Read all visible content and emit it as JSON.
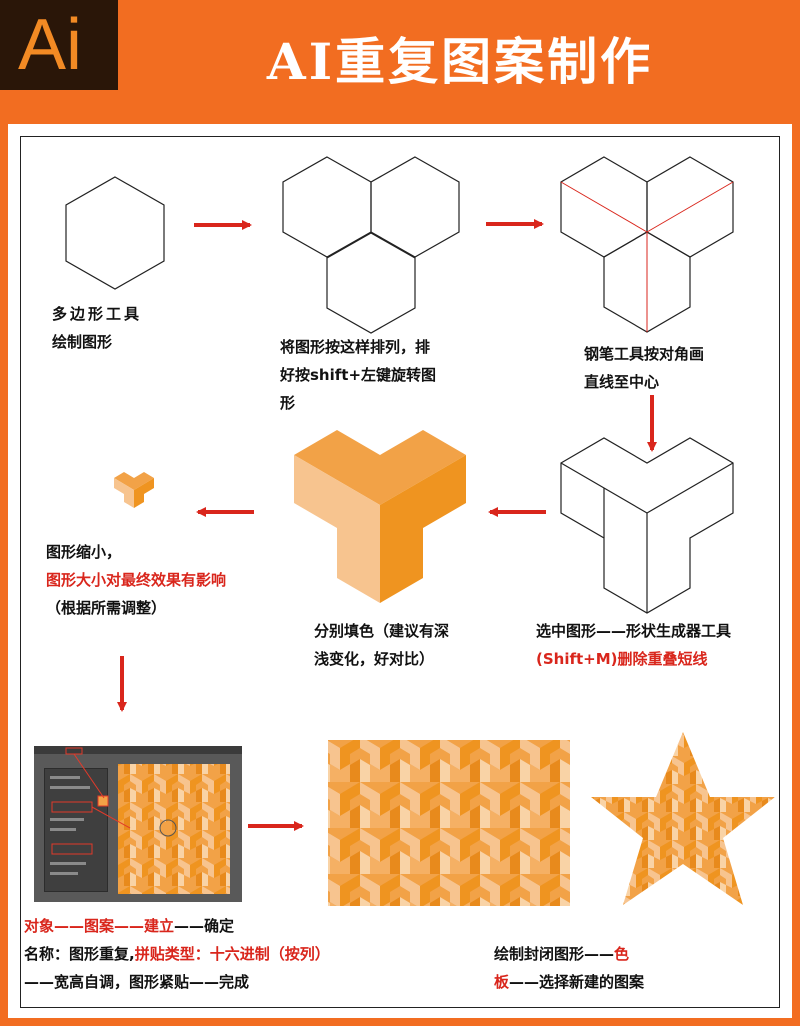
{
  "header": {
    "logo_text": "Ai",
    "title": "AI重复图案制作"
  },
  "colors": {
    "background": "#f26d21",
    "logo_bg": "#2a1608",
    "arrow": "#d9261c",
    "cube_light": "#f7c48f",
    "cube_mid": "#f2a247",
    "cube_dark": "#ef9420"
  },
  "steps": {
    "s1": {
      "line1": "多边形工具",
      "line2": "绘制图形"
    },
    "s2": {
      "line1": "将图形按这样排列，排",
      "line2": "好按shift+左键旋转图",
      "line3": "形"
    },
    "s3": {
      "line1": "钢笔工具按对角画",
      "line2": "直线至中心"
    },
    "s4": {
      "line1": "选中图形——形状生成器工具",
      "line2": "(Shift+M)删除重叠短线"
    },
    "s5": {
      "line1": "分别填色（建议有深",
      "line2": "浅变化，好对比）"
    },
    "s6": {
      "line1": "图形缩小，",
      "line2": "图形大小对最终效果有影响",
      "line3": "（根据所需调整）"
    },
    "s7": {
      "l1_a": "对象——图案——建立",
      "l1_b": "——确定",
      "l2_a": "名称：图形重复,",
      "l2_b": "拼贴类型：十六进制（按列）",
      "l3": "——宽高自调，图形紧贴——完成"
    },
    "s8": {
      "line1_a": "绘制封闭图形——",
      "line1_b": "色",
      "line2_a": "板",
      "line2_b": "——选择新建的图案"
    }
  }
}
